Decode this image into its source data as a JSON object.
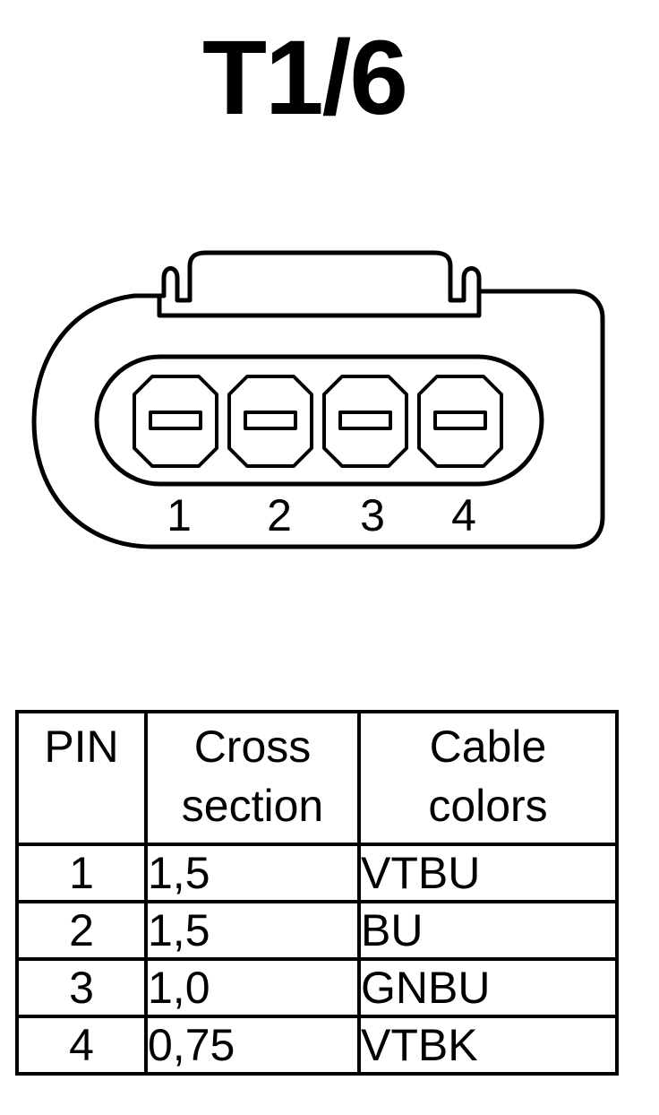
{
  "title": "T1/6",
  "connector": {
    "pin_labels": [
      "1",
      "2",
      "3",
      "4"
    ]
  },
  "table": {
    "headers": {
      "pin": "PIN",
      "cross_section": [
        "Cross",
        "section"
      ],
      "cable_colors": [
        "Cable",
        "colors"
      ]
    },
    "rows": [
      {
        "pin": "1",
        "cross_section": "1,5",
        "cable_color": "VTBU"
      },
      {
        "pin": "2",
        "cross_section": "1,5",
        "cable_color": "BU"
      },
      {
        "pin": "3",
        "cross_section": "1,0",
        "cable_color": "GNBU"
      },
      {
        "pin": "4",
        "cross_section": "0,75",
        "cable_color": "VTBK"
      }
    ]
  }
}
